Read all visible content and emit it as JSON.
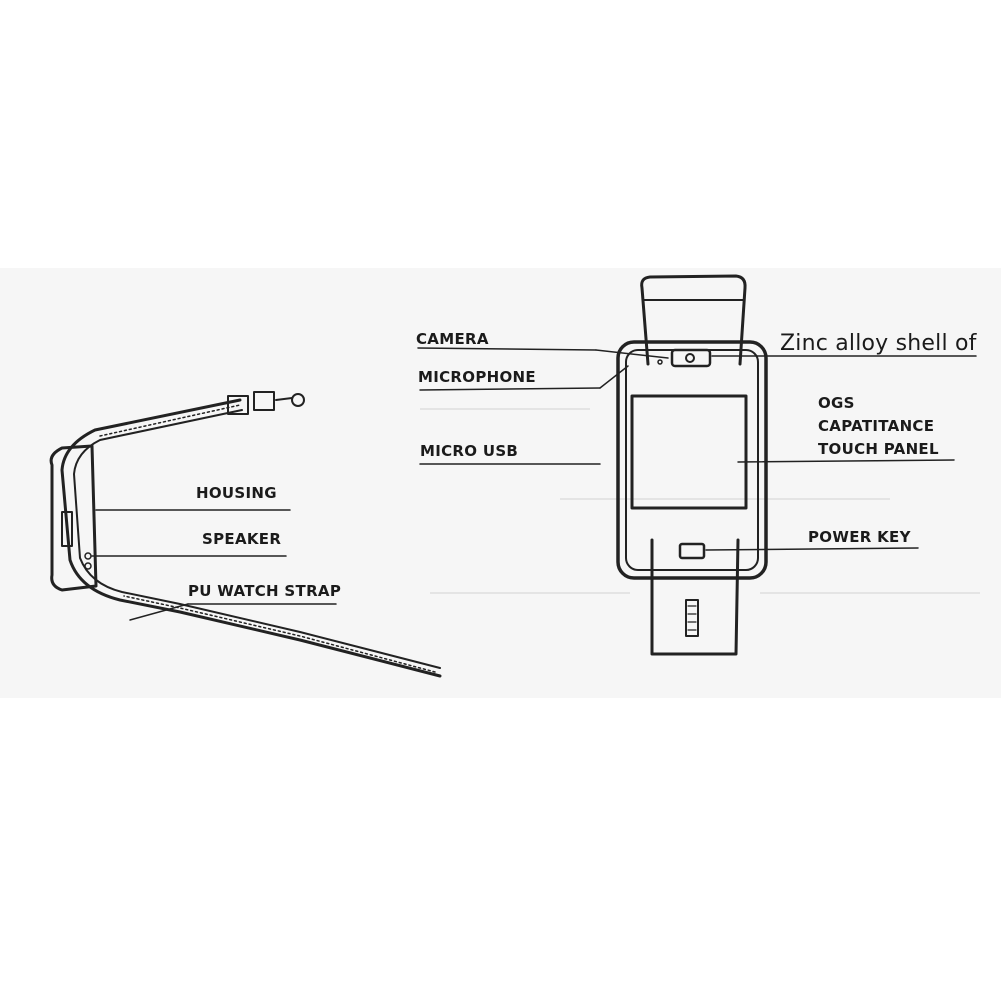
{
  "labels": {
    "housing": "HOUSING",
    "speaker": "SPEAKER",
    "pu_strap": "PU WATCH STRAP",
    "camera": "CAMERA",
    "microphone": "MICROPHONE",
    "micro_usb": "MICRO USB",
    "zinc_shell": "Zinc alloy shell of",
    "ogs_line1": "OGS",
    "ogs_line2": "CAPATITANCE",
    "ogs_line3": "TOUCH PANEL",
    "power_key": "POWER KEY"
  },
  "colors": {
    "ink": "#222222",
    "paper": "#f6f6f6",
    "background": "#ffffff"
  }
}
